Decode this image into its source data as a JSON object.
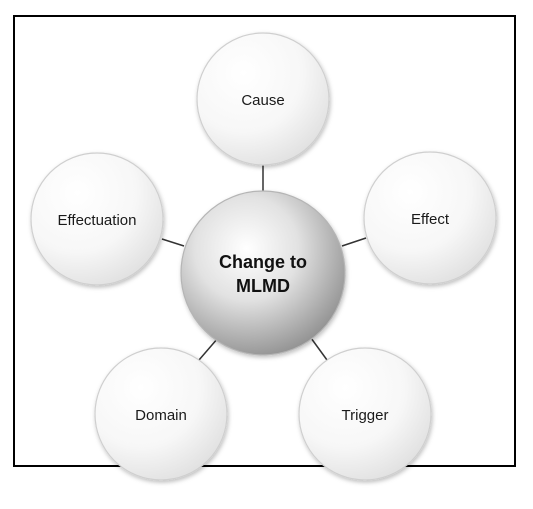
{
  "diagram": {
    "center": {
      "label_line1": "Change to",
      "label_line2": "MLMD"
    },
    "nodes": [
      {
        "id": "cause",
        "label": "Cause"
      },
      {
        "id": "effect",
        "label": "Effect"
      },
      {
        "id": "trigger",
        "label": "Trigger"
      },
      {
        "id": "domain",
        "label": "Domain"
      },
      {
        "id": "effectuation",
        "label": "Effectuation"
      }
    ]
  },
  "colors": {
    "frame_border": "#000000",
    "connector": "#333333",
    "outer_circle_fill_light": "#ffffff",
    "outer_circle_fill_dark": "#e6e6e6",
    "outer_circle_stroke": "#c8c8c8",
    "center_fill_light": "#ffffff",
    "center_fill_dark": "#8f8f8f",
    "text": "#1a1a1a"
  }
}
